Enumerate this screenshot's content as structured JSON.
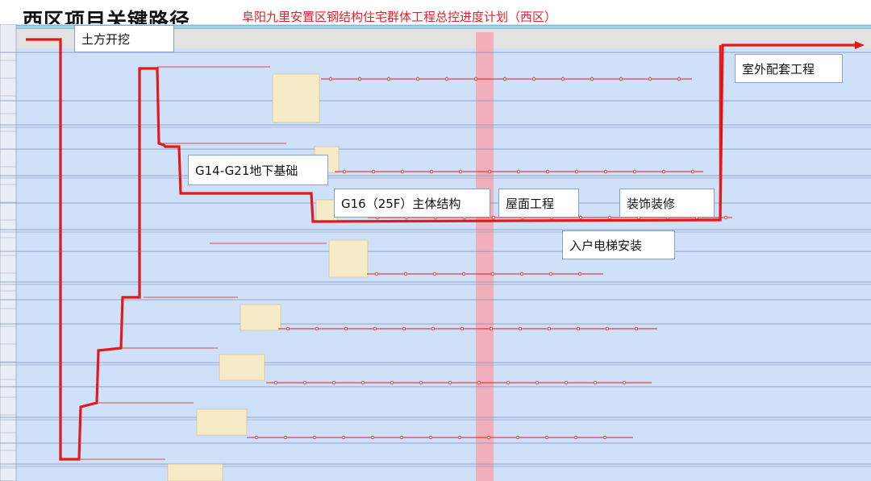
{
  "header": {
    "title": "西区项目关键路径",
    "subtitle": "阜阳九里安置区钢结构住宅群体工程总控进度计划（西区）"
  },
  "callouts": {
    "earthwork": "土方开挖",
    "outdoor": "室外配套工程",
    "foundation": "G14-G21地下基础",
    "main_structure": "G16（25F）主体结构",
    "roof": "屋面工程",
    "decoration": "装饰装修",
    "elevator": "入户电梯安装"
  },
  "colors": {
    "plot_bg": "#cfe0f9",
    "critical_path": "#e21a1a",
    "highlight_band": "#f4aab4",
    "task_box": "#f6ebc6",
    "grid": "#7a8fb6",
    "top_strip": "#e3e3e3"
  }
}
